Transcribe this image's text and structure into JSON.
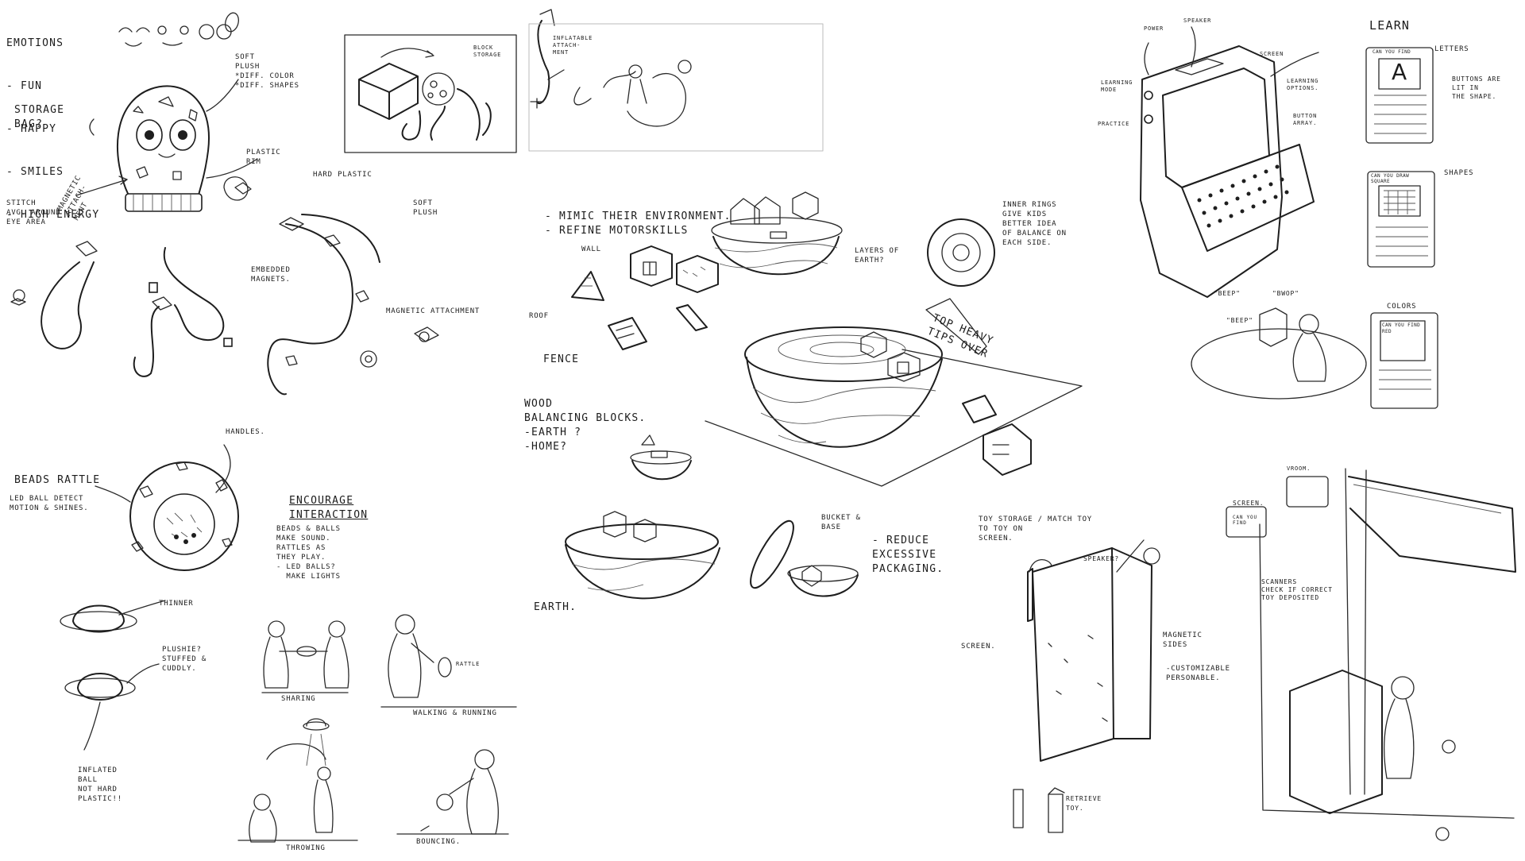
{
  "sketch": {
    "creature": {
      "emotions": [
        "EMOTIONS",
        "- FUN",
        "- HAPPY",
        "- SMILES",
        "- HIGH ENERGY"
      ],
      "storage_bag": "STORAGE\nBAG?",
      "stitch": "STITCH\nAVG. AROUND\nEYE AREA",
      "magnetic_attachment": "MAGNETIC\nATTACH-\nMENT",
      "soft_plush": "SOFT\nPLUSH\n*DIFF. COLOR\n*DIFF. SHAPES",
      "plastic_rim": "PLASTIC\nRIM",
      "hard_plastic": "HARD PLASTIC",
      "soft_plush_2": "SOFT\nPLUSH",
      "embedded_magnets": "EMBEDDED\nMAGNETS.",
      "magnetic_attachment_2": "MAGNETIC ATTACHMENT",
      "block_storage": "BLOCK\nSTORAGE",
      "inflatable": "INFLATABLE\nATTACH-\nMENT"
    },
    "ball": {
      "beads_rattle": "BEADS RATTLE",
      "led_ball": "LED BALL DETECT\nMOTION & SHINES.",
      "handles": "HANDLES.",
      "encourage": "ENCOURAGE\nINTERACTION",
      "beads_balls": "BEADS & BALLS\nMAKE SOUND.\nRATTLES AS\nTHEY PLAY.\n- LED BALLS?\n  MAKE LIGHTS",
      "thinner": "THINNER",
      "plushie": "PLUSHIE?\nSTUFFED &\nCUDDLY.",
      "inflated": "INFLATED\nBALL\nNOT HARD\nPLASTIC!!",
      "sharing": "SHARING",
      "walking": "WALKING & RUNNING",
      "throwing": "THROWING",
      "bouncing": "BOUNCING.",
      "rattle": "RATTLE"
    },
    "earth": {
      "mimic": "- MIMIC THEIR ENVIRONMENT.\n- REFINE MOTORSKILLS",
      "wall": "WALL",
      "roof": "ROOF",
      "fence": "FENCE",
      "layers": "LAYERS OF\nEARTH?",
      "inner_rings": "INNER RINGS\nGIVE KIDS\nBETTER IDEA\nOF BALANCE ON\nEACH SIDE.",
      "top_heavy": "TOP HEAVY\nTIPS OVER",
      "wood_blocks": "WOOD\nBALANCING BLOCKS.\n-EARTH ?\n-HOME?",
      "earth_label": "EARTH.",
      "bucket": "BUCKET &\nBASE",
      "reduce": "- REDUCE\nEXCESSIVE\nPACKAGING."
    },
    "console": {
      "power": "POWER",
      "speaker": "SPEAKER",
      "screen": "SCREEN",
      "learning_mode": "LEARNING\nMODE",
      "practice": "PRACTICE",
      "learning_options": "LEARNING\nOPTIONS.",
      "button_array": "BUTTON\nARRAY.",
      "beep1": "\"BEEP\"",
      "beep2": "\"BEEP\"",
      "bwop": "\"BWOP\"",
      "learn": "LEARN",
      "letters": "LETTERS",
      "buttons_lit": "BUTTONS ARE\nLIT IN\nTHE SHAPE.",
      "shapes": "SHAPES",
      "colors": "COLORS",
      "card_letter_q": "CAN YOU FIND",
      "card_letter": "A",
      "card_shape_q": "CAN YOU DRAW\nSQUARE",
      "card_color_q": "CAN YOU FIND\nRED"
    },
    "storage": {
      "toy_storage": "TOY STORAGE / MATCH TOY\nTO TOY ON\nSCREEN.",
      "speaker": "SPEAKER?",
      "screen": "SCREEN.",
      "magnetic": "MAGNETIC\nSIDES",
      "customizable": "-CUSTOMIZABLE\nPERSONABLE.",
      "retrieve": "RETRIEVE\nTOY.",
      "screen_label": "SCREEN.",
      "screen_card": "CAN YOU\nFIND",
      "vroom": "VROOM.",
      "scanners": "SCANNERS\nCHECK IF CORRECT\nTOY DEPOSITED"
    }
  }
}
